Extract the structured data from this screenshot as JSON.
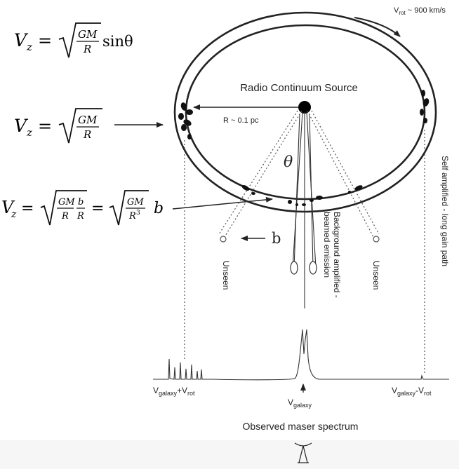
{
  "equations": {
    "eq1": {
      "lhs_v": "V",
      "lhs_sub": "z",
      "eq": "=",
      "num": "GM",
      "den": "R",
      "tail": "sinθ"
    },
    "eq2": {
      "lhs_v": "V",
      "lhs_sub": "z",
      "eq": "=",
      "num": "GM",
      "den": "R"
    },
    "eq3": {
      "lhs_v": "V",
      "lhs_sub": "z",
      "eq": "=",
      "num1": "GM",
      "den1": "R",
      "frac_num": "b",
      "frac_den": "R",
      "eq2": "=",
      "num2": "GM",
      "den2": "R",
      "den2_sup": "3",
      "tail": "b"
    }
  },
  "labels": {
    "vrot": {
      "v": "V",
      "sub": "rot",
      "text": " ~ 900 km/s"
    },
    "source": "Radio Continuum Source",
    "radius": "R ~ 0.1 pc",
    "theta": "θ",
    "b": "b",
    "unseen_left": "Unseen",
    "unseen_right": "Unseen",
    "background_line1": "Background amplified -",
    "background_line2": "beamed emission",
    "self_amplified": "Self amplified - long gain path",
    "vgalaxy_plus": {
      "v1": "V",
      "sub1": "galaxy",
      "mid": "+V",
      "sub2": "rot"
    },
    "vgalaxy": {
      "v": "V",
      "sub": "galaxy"
    },
    "vgalaxy_minus": {
      "v1": "V",
      "sub1": "galaxy",
      "mid": "-V",
      "sub2": "rot"
    },
    "spectrum_title": "Observed maser spectrum"
  }
}
